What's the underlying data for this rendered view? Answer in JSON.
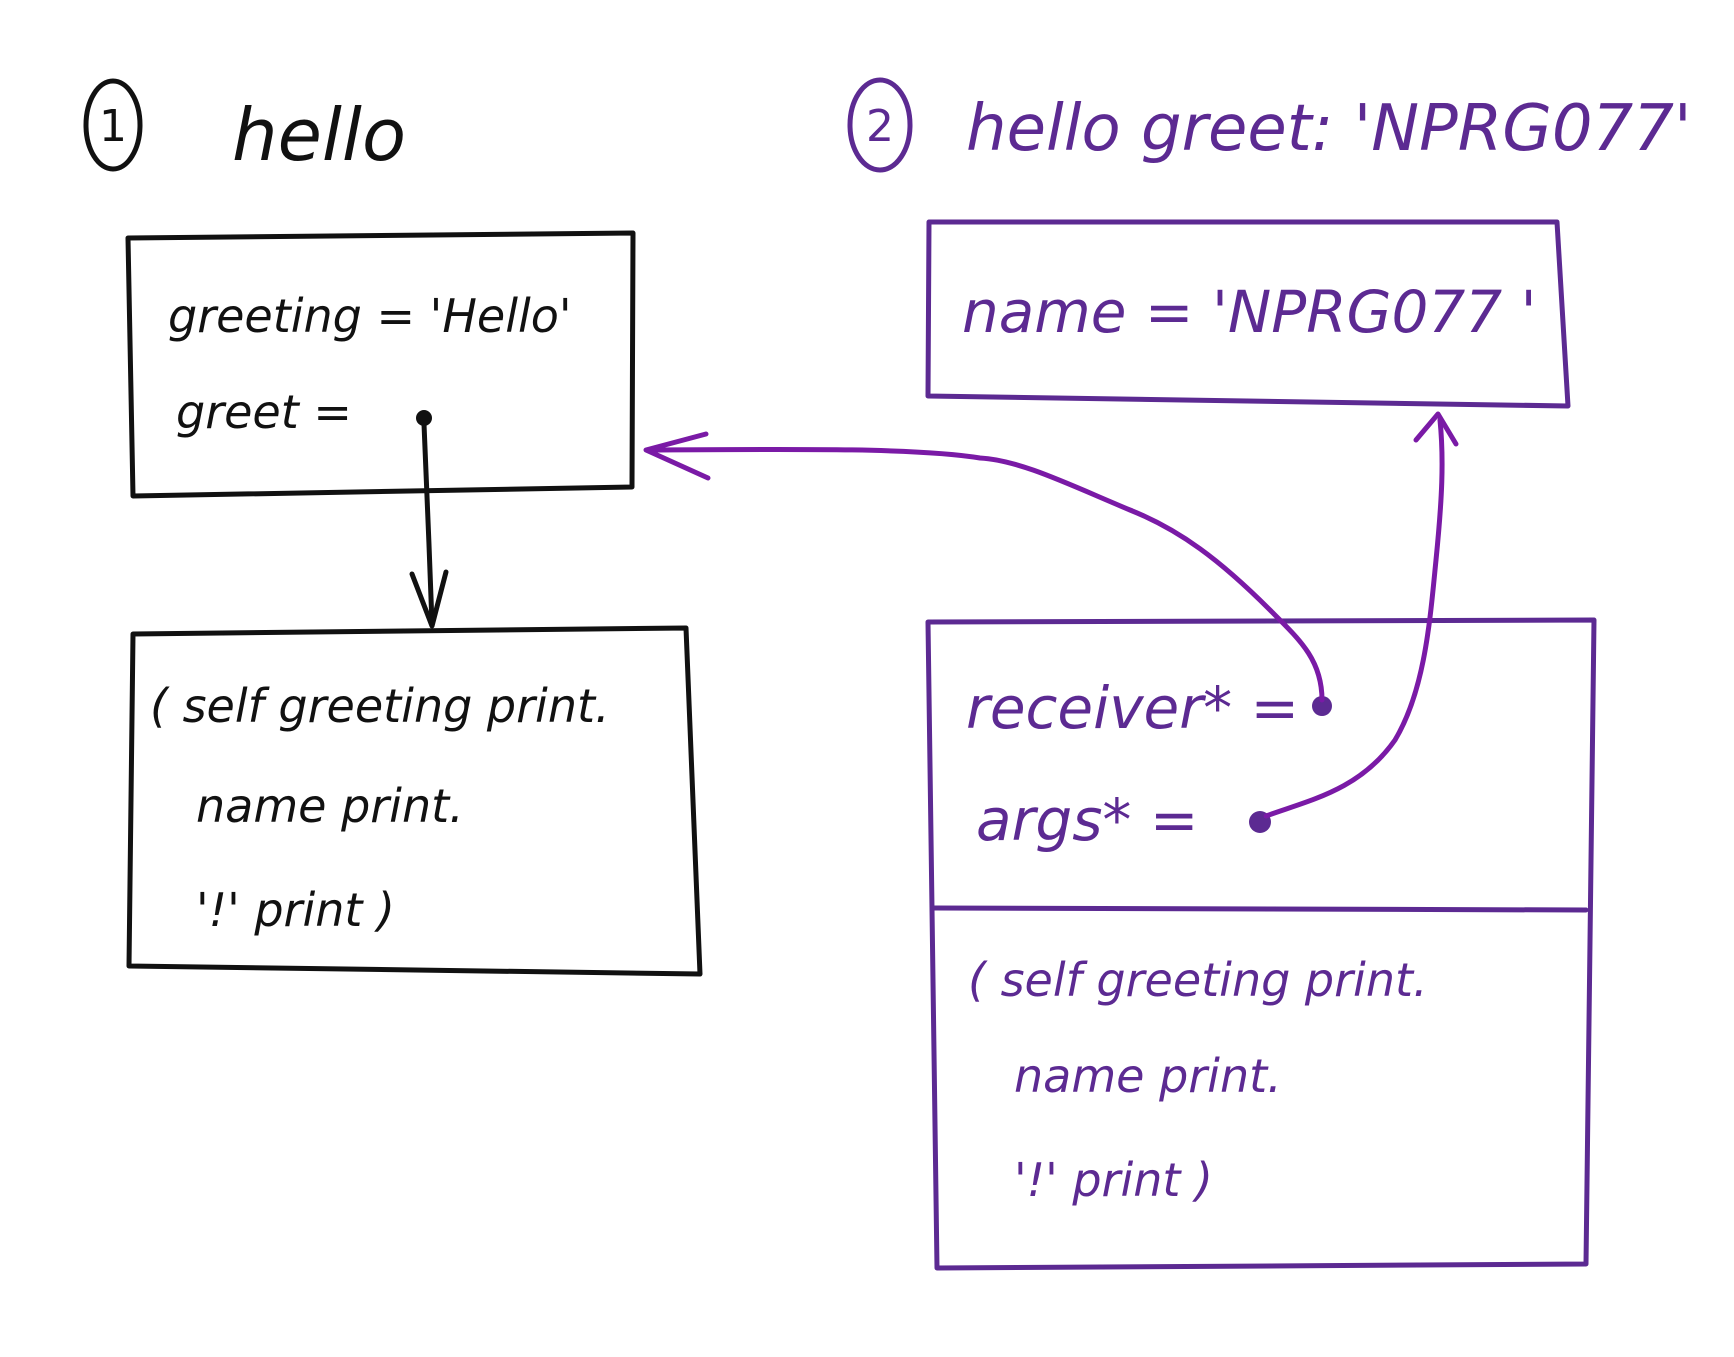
{
  "colors": {
    "black_ink": "#111111",
    "purple_ink": "#5c2a92",
    "purple_arrow": "#7a1aa6",
    "background": "#ffffff"
  },
  "step1": {
    "number": "1",
    "title": "hello",
    "object_box": {
      "line1": "greeting = 'Hello'",
      "line2": "greet ="
    },
    "method_box": {
      "line1": "( self greeting print.",
      "line2": "name print.",
      "line3": "'!' print )"
    }
  },
  "step2": {
    "number": "2",
    "title": "hello greet: 'NPRG077'",
    "arg_box": {
      "line1": "name = 'NPRG077 '"
    },
    "activation_box": {
      "line1": "receiver* =",
      "line2": "args* =",
      "code_line1": "( self greeting print.",
      "code_line2": "name print.",
      "code_line3": "'!' print )"
    }
  },
  "icons": {
    "pointer_dot": "filled-circle",
    "arrowhead": "open-chevron"
  }
}
